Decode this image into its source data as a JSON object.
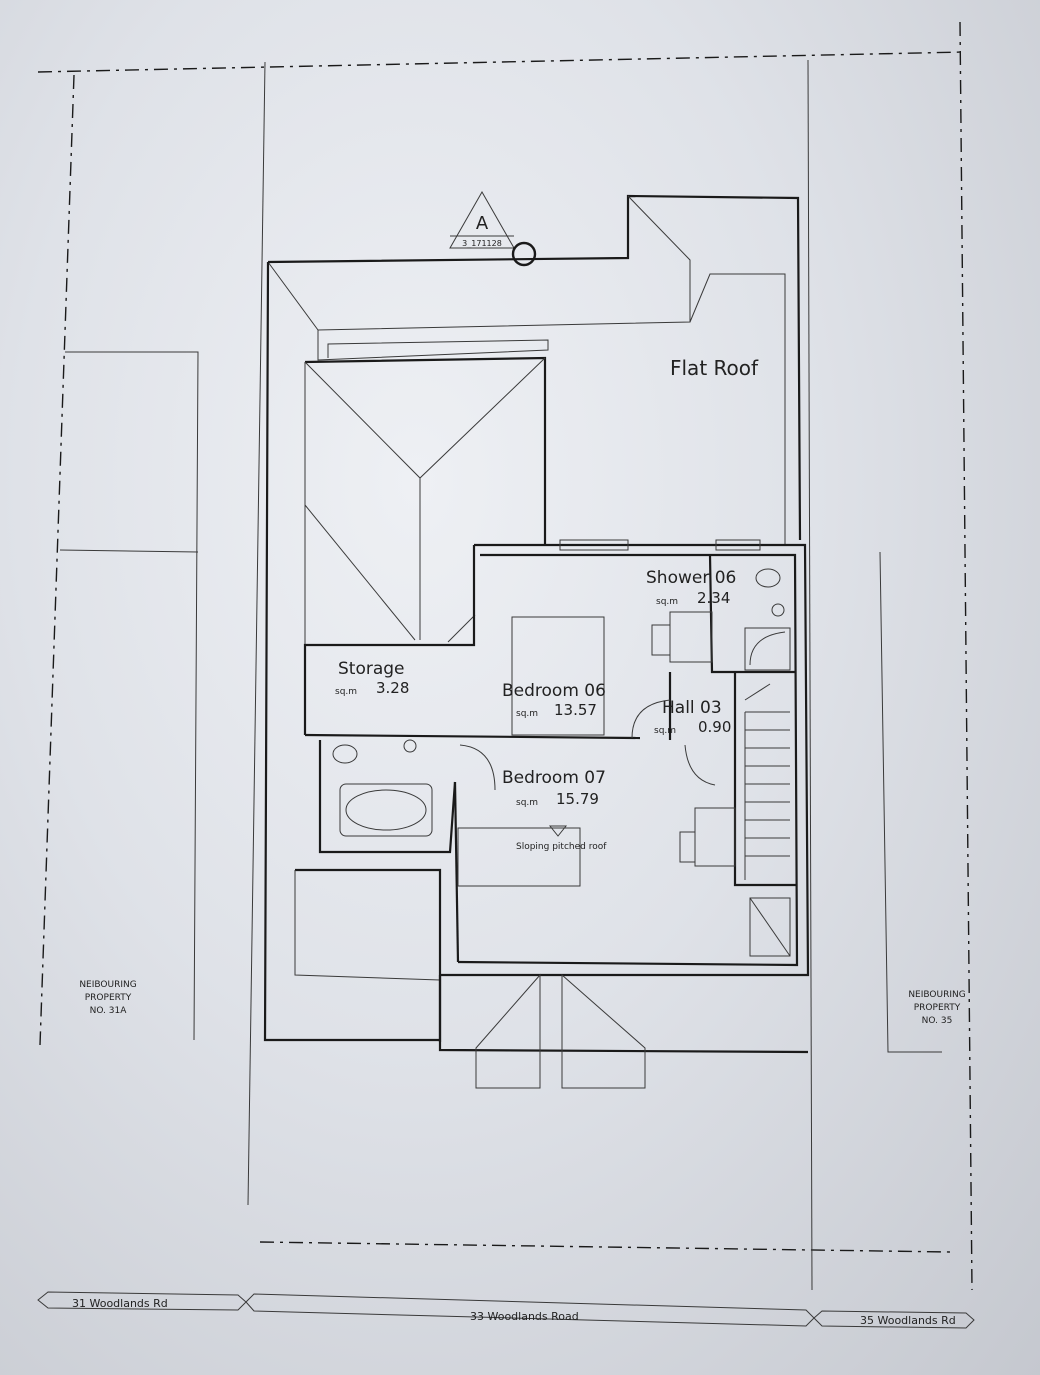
{
  "drawing": {
    "section_marker": {
      "letter": "A",
      "ref": "3_171128"
    },
    "rooms": [
      {
        "name": "Flat Roof"
      },
      {
        "name": "Shower 06",
        "unit": "sq.m",
        "area": "2.34"
      },
      {
        "name": "Storage",
        "unit": "sq.m",
        "area": "3.28"
      },
      {
        "name": "Bedroom 06",
        "unit": "sq.m",
        "area": "13.57"
      },
      {
        "name": "Hall 03",
        "unit": "sq.m",
        "area": "0.90"
      },
      {
        "name": "Bedroom 07",
        "unit": "sq.m",
        "area": "15.79"
      }
    ],
    "annotation": "Sloping pitched roof",
    "neighbours": [
      {
        "line1": "NEIBOURING",
        "line2": "PROPERTY",
        "line3": "NO. 31A"
      },
      {
        "line1": "NEIBOURING",
        "line2": "PROPERTY",
        "line3": "NO. 35"
      }
    ],
    "addresses": [
      "31 Woodlands Rd",
      "33 Woodlands Road",
      "35 Woodlands Rd"
    ]
  },
  "colors": {
    "paper": "#e4e6eb",
    "ink": "#1a1a1a"
  }
}
